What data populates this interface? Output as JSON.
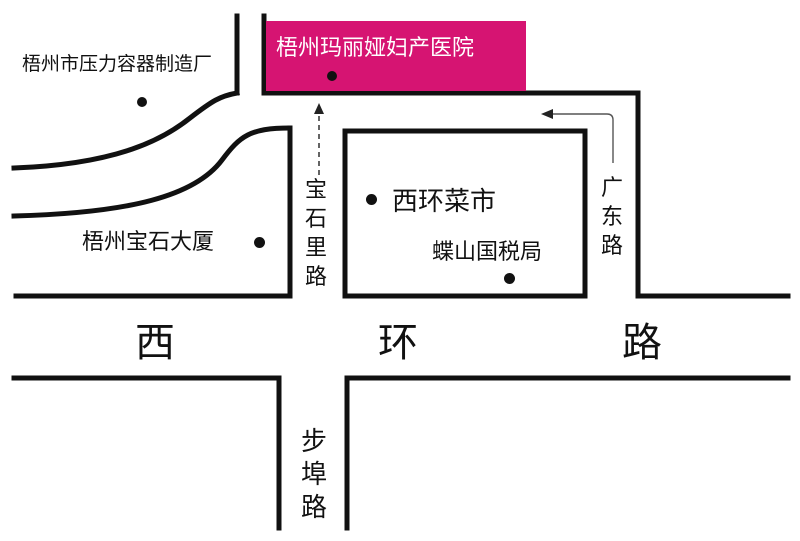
{
  "colors": {
    "hospital_fill": "#d61472",
    "road": "#111111",
    "background": "#ffffff"
  },
  "roads": {
    "xihuan": [
      "西",
      "环",
      "路"
    ],
    "baoshi_li": "宝石里路",
    "guangdong": "广东路",
    "bufu": "步埠路"
  },
  "places": {
    "hospital": "梧州玛丽娅妇产医院",
    "factory": "梧州市压力容器制造厂",
    "gem_building": "梧州宝石大厦",
    "market": "西环菜市",
    "tax_bureau": "蝶山国税局"
  }
}
